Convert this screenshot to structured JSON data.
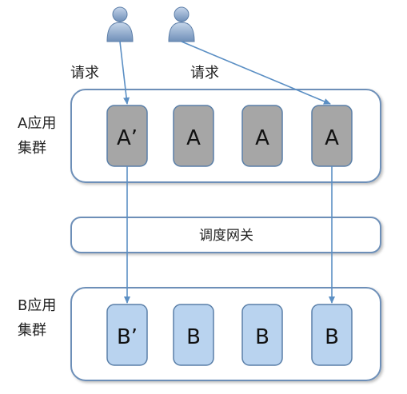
{
  "request_label_1": "请求",
  "request_label_2": "请求",
  "cluster_a": {
    "label_line1": "A应用",
    "label_line2": "集群",
    "nodes": [
      "A’",
      "A",
      "A",
      "A"
    ]
  },
  "gateway": {
    "label": "调度网关"
  },
  "cluster_b": {
    "label_line1": "B应用",
    "label_line2": "集群",
    "nodes": [
      "B’",
      "B",
      "B",
      "B"
    ]
  },
  "colors": {
    "container_border": "#6d8fb8",
    "arrow": "#5b8fc4",
    "a_node_fill": "#a6a6a6",
    "a_node_border": "#5a7fa8",
    "b_node_fill": "#b9d3ef",
    "b_node_border": "#5a7fa8",
    "user_fill": "#7f9fc4"
  }
}
